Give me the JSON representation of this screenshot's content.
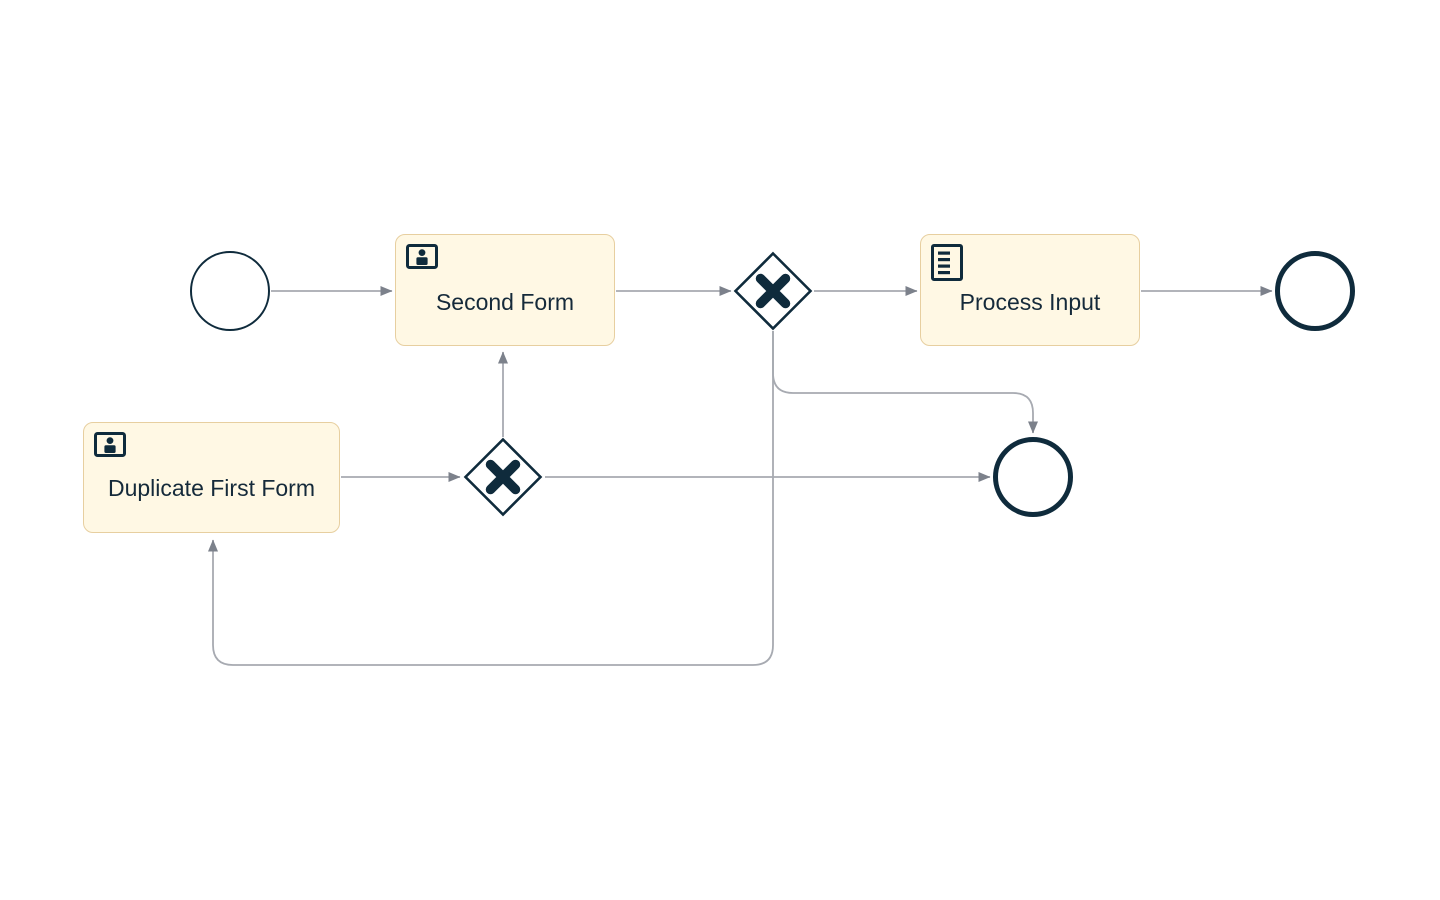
{
  "diagram": {
    "kind": "bpmn-process",
    "colors": {
      "canvas_background": "#ffffff",
      "shape_stroke": "#0f2b3c",
      "task_fill": "#fff8e4",
      "task_border": "#e7cfa0",
      "label_text": "#152a3a",
      "connector_line": "#a7aab1",
      "connector_arrowhead": "#7c818b"
    },
    "nodes": {
      "start_event": {
        "type": "start-event",
        "label": ""
      },
      "task_second_form": {
        "type": "user-task",
        "label": "Second Form",
        "icon": "user-icon"
      },
      "gateway_top": {
        "type": "exclusive-gateway",
        "marker": "x"
      },
      "task_process_input": {
        "type": "script-task",
        "label": "Process Input",
        "icon": "script-icon"
      },
      "end_event_top": {
        "type": "end-event",
        "label": ""
      },
      "task_duplicate_first_form": {
        "type": "user-task",
        "label": "Duplicate First Form",
        "icon": "user-icon"
      },
      "gateway_bottom": {
        "type": "exclusive-gateway",
        "marker": "x"
      },
      "end_event_bottom": {
        "type": "end-event",
        "label": ""
      }
    },
    "flows": [
      {
        "from": "start_event",
        "to": "task_second_form"
      },
      {
        "from": "task_second_form",
        "to": "gateway_top"
      },
      {
        "from": "gateway_top",
        "to": "task_process_input"
      },
      {
        "from": "task_process_input",
        "to": "end_event_top"
      },
      {
        "from": "gateway_top",
        "to": "end_event_bottom"
      },
      {
        "from": "gateway_top",
        "to": "task_duplicate_first_form"
      },
      {
        "from": "task_duplicate_first_form",
        "to": "gateway_bottom"
      },
      {
        "from": "gateway_bottom",
        "to": "task_second_form"
      },
      {
        "from": "gateway_bottom",
        "to": "end_event_bottom"
      }
    ]
  }
}
